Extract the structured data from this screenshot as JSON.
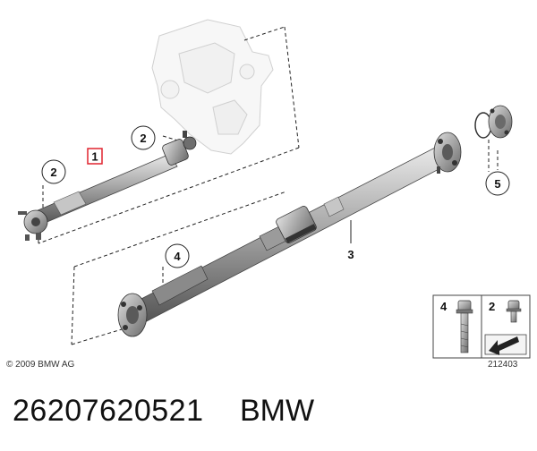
{
  "callouts": {
    "c1": "1",
    "c2a": "2",
    "c2b": "2",
    "c3": "3",
    "c4": "4",
    "c5": "5"
  },
  "hardware_box": {
    "bolt_label": "4",
    "screw_label": "2"
  },
  "footer": {
    "copyright": "© 2009 BMW AG",
    "diagram_id": "212403"
  },
  "caption": {
    "part_number": "26207620521",
    "brand": "BMW"
  }
}
